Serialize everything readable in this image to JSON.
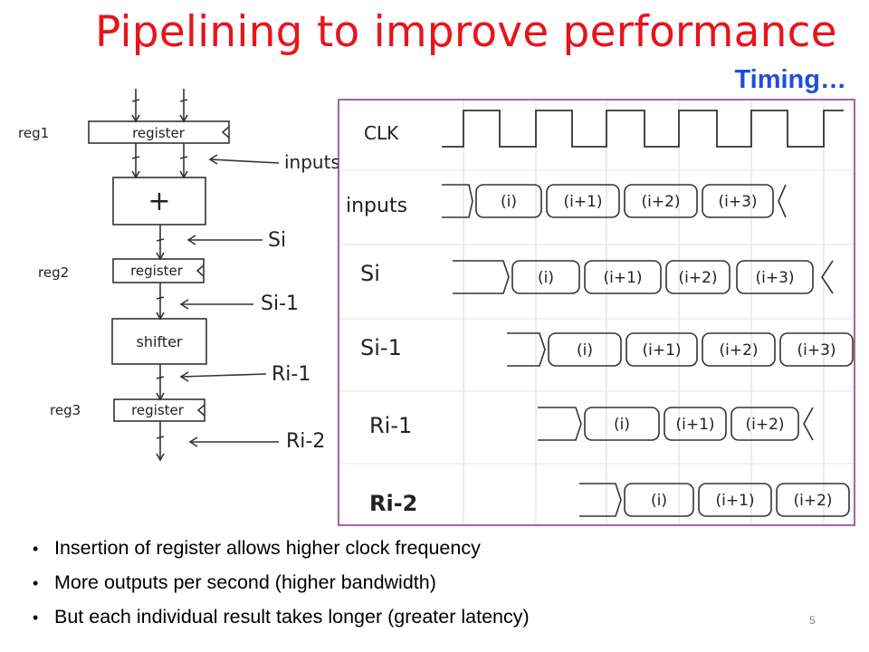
{
  "slide": {
    "title": "Pipelining to improve performance",
    "subtitle": "Timing…",
    "page_number": "5"
  },
  "pipeline": {
    "inputs_label": "inputs",
    "stages": [
      {
        "name": "reg1",
        "block": "register"
      },
      {
        "name": "",
        "block": "+"
      },
      {
        "name": "reg2",
        "block": "register"
      },
      {
        "name": "",
        "block": "shifter"
      },
      {
        "name": "reg3",
        "block": "register"
      }
    ],
    "signals": [
      "Si",
      "Si-1",
      "Ri-1",
      "Ri-2"
    ]
  },
  "timing": {
    "rows": [
      {
        "label": "CLK",
        "data": []
      },
      {
        "label": "inputs",
        "data": [
          "(i)",
          "(i+1)",
          "(i+2)",
          "(i+3)"
        ]
      },
      {
        "label": "Si",
        "data": [
          "(i)",
          "(i+1)",
          "(i+2)",
          "(i+3)"
        ]
      },
      {
        "label": "Si-1",
        "data": [
          "(i)",
          "(i+1)",
          "(i+2)",
          "(i+3)"
        ]
      },
      {
        "label": "Ri-1",
        "data": [
          "(i)",
          "(i+1)",
          "(i+2)"
        ]
      },
      {
        "label": "Ri-2",
        "data": [
          "(i)",
          "(i+1)",
          "(i+2)"
        ]
      }
    ]
  },
  "bullets": [
    "Insertion of register allows higher clock frequency",
    "More outputs per second (higher bandwidth)",
    "But each individual result takes longer (greater latency)"
  ]
}
